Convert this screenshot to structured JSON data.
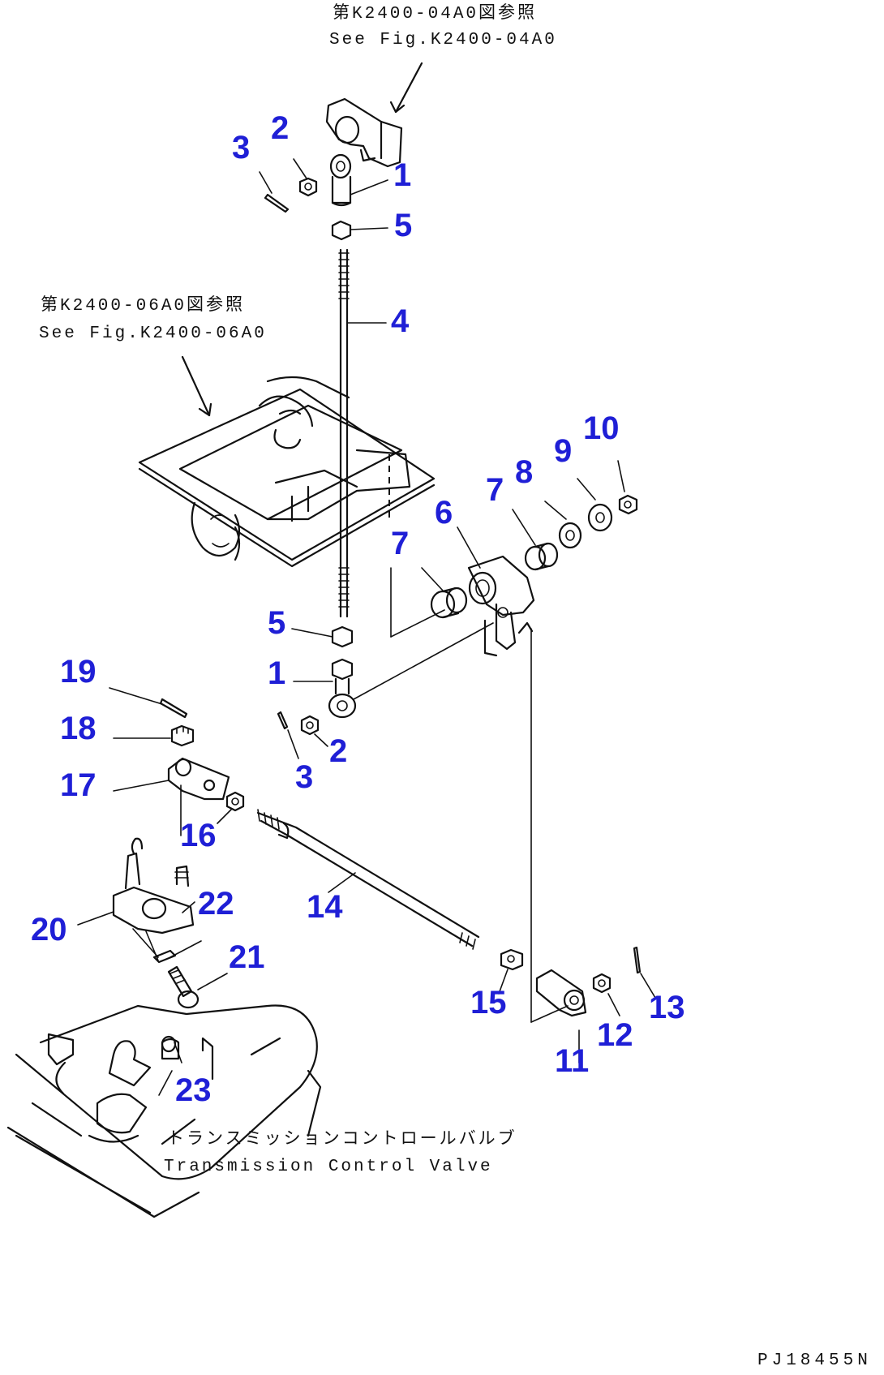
{
  "references": {
    "top_ja": "第K2400-04A0図参照",
    "top_en": "See Fig.K2400-04A0",
    "mid_ja": "第K2400-06A0図参照",
    "mid_en": "See Fig.K2400-06A0"
  },
  "valve_label": {
    "ja": "トランスミッションコントロールバルブ",
    "en": "Transmission Control Valve"
  },
  "drawing_number": "PJ18455N",
  "callouts": [
    {
      "id": "c1a",
      "text": "1"
    },
    {
      "id": "c2a",
      "text": "2"
    },
    {
      "id": "c3a",
      "text": "3"
    },
    {
      "id": "c5a",
      "text": "5"
    },
    {
      "id": "c4",
      "text": "4"
    },
    {
      "id": "c10",
      "text": "10"
    },
    {
      "id": "c9",
      "text": "9"
    },
    {
      "id": "c8",
      "text": "8"
    },
    {
      "id": "c7b",
      "text": "7"
    },
    {
      "id": "c6",
      "text": "6"
    },
    {
      "id": "c7a",
      "text": "7"
    },
    {
      "id": "c5b",
      "text": "5"
    },
    {
      "id": "c19",
      "text": "19"
    },
    {
      "id": "c1b",
      "text": "1"
    },
    {
      "id": "c18",
      "text": "18"
    },
    {
      "id": "c2b",
      "text": "2"
    },
    {
      "id": "c3b",
      "text": "3"
    },
    {
      "id": "c17",
      "text": "17"
    },
    {
      "id": "c16",
      "text": "16"
    },
    {
      "id": "c22",
      "text": "22"
    },
    {
      "id": "c14",
      "text": "14"
    },
    {
      "id": "c20",
      "text": "20"
    },
    {
      "id": "c21",
      "text": "21"
    },
    {
      "id": "c13",
      "text": "13"
    },
    {
      "id": "c15",
      "text": "15"
    },
    {
      "id": "c12",
      "text": "12"
    },
    {
      "id": "c11",
      "text": "11"
    },
    {
      "id": "c23",
      "text": "23"
    }
  ]
}
